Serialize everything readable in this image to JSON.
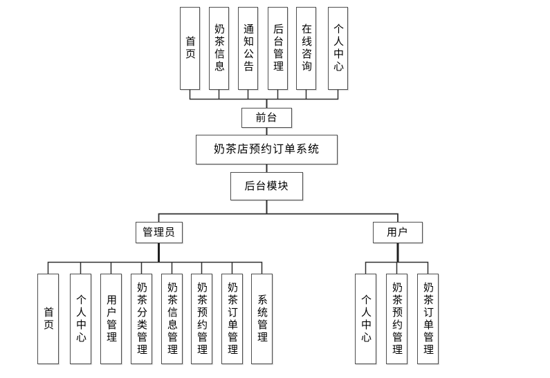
{
  "title": "奶茶店预约订单系统",
  "front": {
    "label": "前台",
    "modules": [
      "首页",
      "奶茶信息",
      "通知公告",
      "后台管理",
      "在线咨询",
      "个人中心"
    ]
  },
  "backend": {
    "label": "后台模块",
    "admin": {
      "label": "管理员",
      "children": [
        "首页",
        "个人中心",
        "用户管理",
        "奶茶分类管理",
        "奶茶信息管理",
        "奶茶预约管理",
        "奶茶订单管理",
        "系统管理"
      ]
    },
    "user": {
      "label": "用户",
      "children": [
        "个人中心",
        "奶茶预约管理",
        "奶茶订单管理"
      ]
    }
  },
  "colors": {
    "canvas": "#ffffff",
    "box_fill": "#ffffff",
    "box_border": "#4d4d4d",
    "line": "#2f2f2f",
    "text": "#000000"
  }
}
